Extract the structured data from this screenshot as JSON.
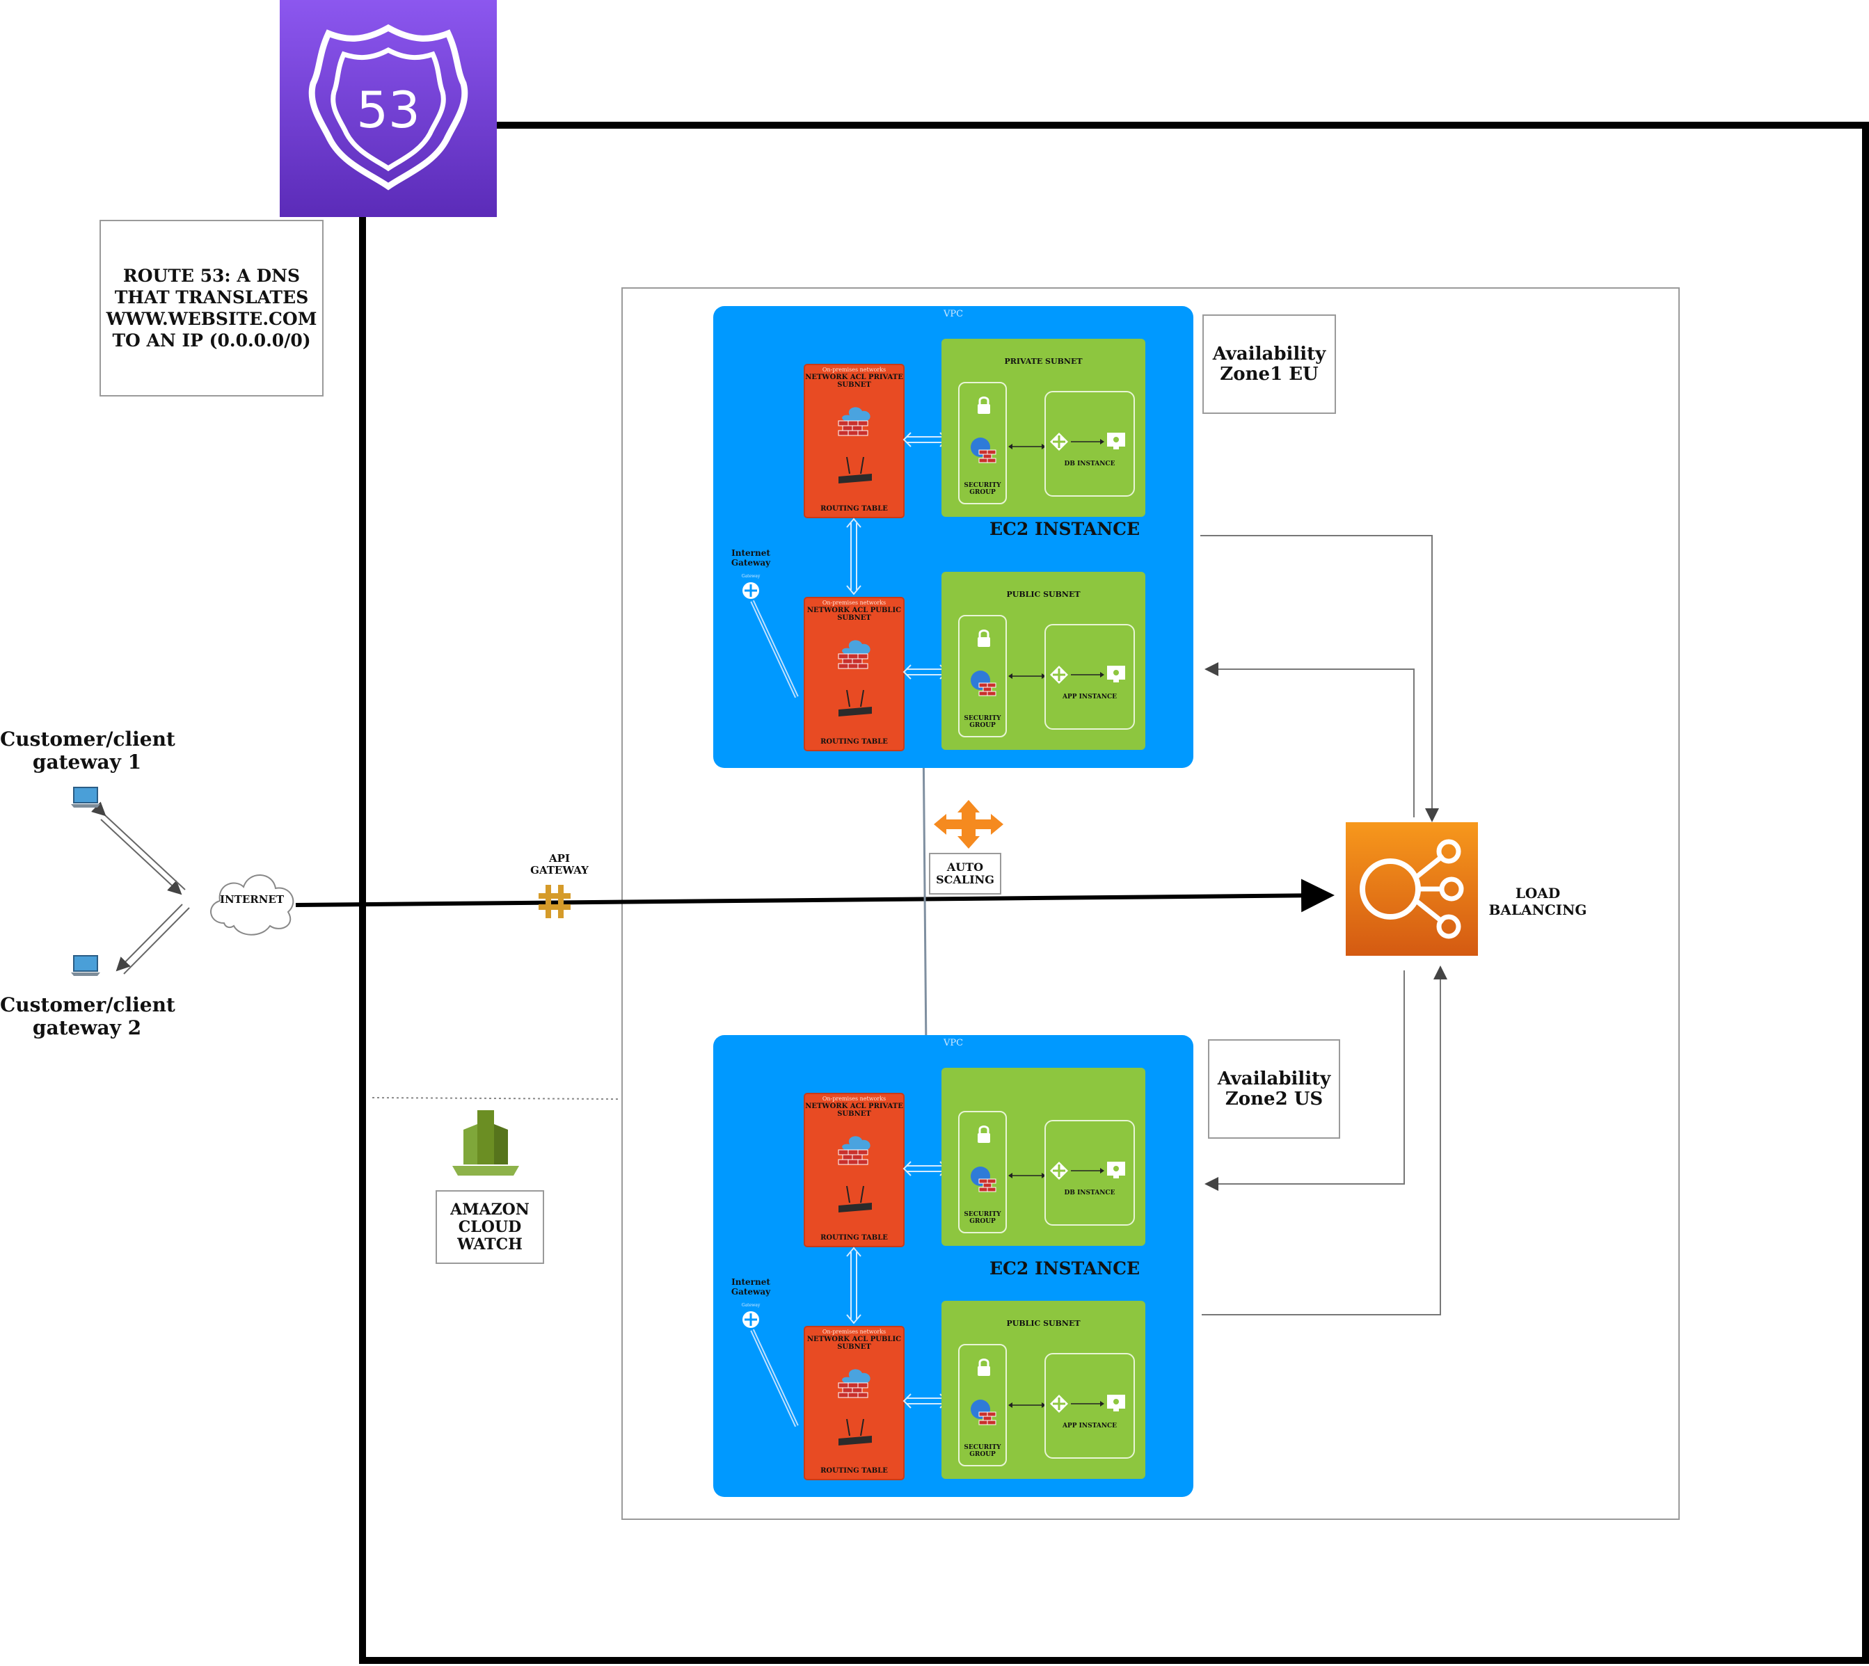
{
  "route53": {
    "badge_text": "53",
    "description": "ROUTE 53: A DNS THAT TRANSLATES WWW.WEBSITE.COM TO AN IP (0.0.0.0/0)",
    "brand_color": "#7b3fe4"
  },
  "clients": [
    {
      "label": "Customer/client gateway 1"
    },
    {
      "label": "Customer/client gateway 2"
    }
  ],
  "internet": {
    "label": "INTERNET"
  },
  "api_gateway": {
    "label": "API GATEWAY"
  },
  "auto_scaling": {
    "label": "AUTO SCALING"
  },
  "load_balancing": {
    "label": "LOAD BALANCING",
    "brand_color": "#f58a1f"
  },
  "cloudwatch": {
    "label": "AMAZON CLOUD WATCH"
  },
  "zones": [
    {
      "label": "Availability Zone1 EU",
      "vpc_label": "VPC",
      "ec2_label": "EC2 INSTANCE",
      "internet_gateway_label": "Internet Gateway",
      "internet_gateway_caption": "Gateway",
      "acl_private": {
        "onprem": "On-premises networks",
        "title": "NETWORK ACL PRIVATE SUBNET",
        "routing": "ROUTING TABLE"
      },
      "acl_public": {
        "onprem": "On-premises networks",
        "title": "NETWORK ACL PUBLIC SUBNET",
        "routing": "ROUTING TABLE"
      },
      "private_subnet": {
        "title": "PRIVATE SUBNET",
        "security_group": "SECURITY GROUP",
        "instance": "DB INSTANCE"
      },
      "public_subnet": {
        "title": "PUBLIC SUBNET",
        "security_group": "SECURITY GROUP",
        "instance": "APP INSTANCE"
      }
    },
    {
      "label": "Availability Zone2 US",
      "vpc_label": "VPC",
      "ec2_label": "EC2 INSTANCE",
      "internet_gateway_label": "Internet Gateway",
      "internet_gateway_caption": "Gateway",
      "acl_private": {
        "onprem": "On-premises networks",
        "title": "NETWORK ACL PRIVATE SUBNET",
        "routing": "ROUTING TABLE"
      },
      "acl_public": {
        "onprem": "On-premises networks",
        "title": "NETWORK ACL PUBLIC SUBNET",
        "routing": "ROUTING TABLE"
      },
      "private_subnet": {
        "title": "",
        "security_group": "SECURITY GROUP",
        "instance": "DB INSTANCE"
      },
      "public_subnet": {
        "title": "PUBLIC SUBNET",
        "security_group": "SECURITY GROUP",
        "instance": "APP INSTANCE"
      }
    }
  ],
  "colors": {
    "vpc": "#0099ff",
    "acl": "#e84b23",
    "subnet": "#8dc63f",
    "cloudwatch": "#6b8e23"
  }
}
